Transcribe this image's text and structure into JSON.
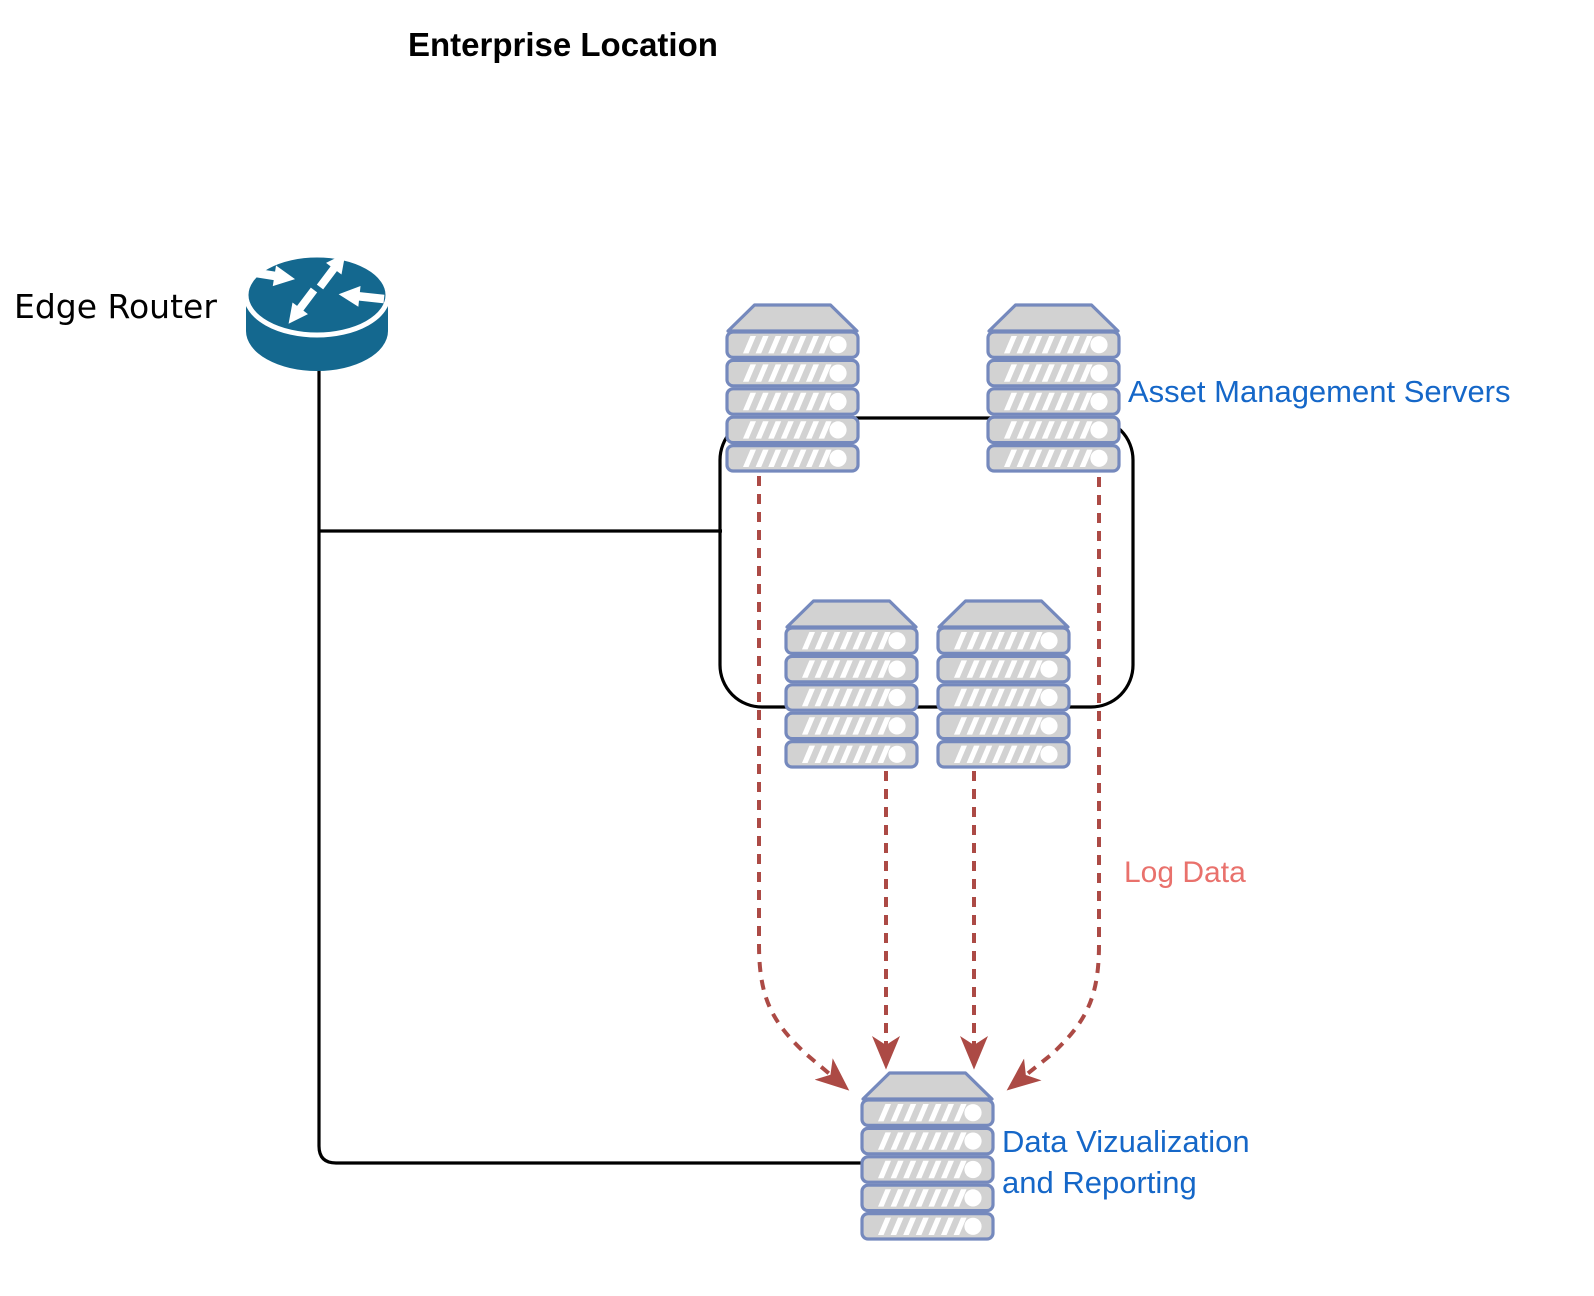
{
  "diagram": {
    "title": "Enterprise Location",
    "nodes": {
      "edge_router": {
        "label": "Edge Router",
        "icon": "router-icon"
      },
      "asset_management": {
        "label": "Asset Management Servers",
        "icon": "server-stack-icon",
        "server_count": 4
      },
      "data_visualization": {
        "label_lines": [
          "Data Vizualization",
          "and Reporting"
        ],
        "icon": "server-stack-icon",
        "server_count": 1
      }
    },
    "connections": {
      "log_data": {
        "label": "Log Data",
        "style": "dashed",
        "arrow_count": 4
      },
      "lan_links": {
        "style": "solid",
        "count": 3
      }
    },
    "colors": {
      "router_teal": "#14688F",
      "label_blue": "#1567C8",
      "log_label_salmon": "#E9716C",
      "dash_red": "#AC4A45",
      "line_black": "#000000",
      "server_fill": "#D2D2D2",
      "server_stroke": "#7589BD",
      "title_black": "#000000"
    }
  }
}
